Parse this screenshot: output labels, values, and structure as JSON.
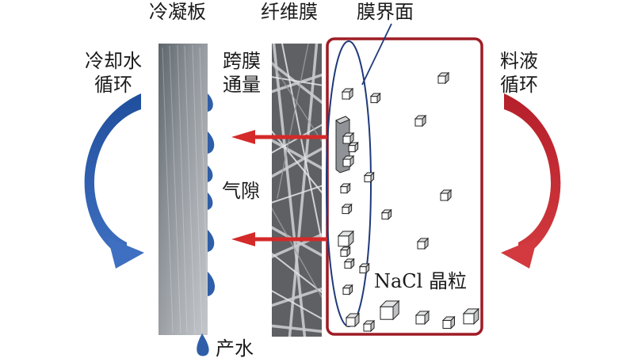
{
  "labels": {
    "condenser_plate": "冷凝板",
    "fiber_membrane": "纤维膜",
    "membrane_interface": "膜界面",
    "coolant_circulation_line1": "冷却水",
    "coolant_circulation_line2": "循环",
    "feed_circulation_line1": "料液",
    "feed_circulation_line2": "循环",
    "transmembrane_flux_line1": "跨膜",
    "transmembrane_flux_line2": "通量",
    "air_gap": "气隙",
    "nacl_crystals": "NaCl 晶粒",
    "product_water": "产水"
  },
  "colors": {
    "coolant_arrow": "#2f5ea8",
    "feed_arrow": "#c0272d",
    "flux_arrow": "#d42a2a",
    "feed_chamber_border": "#9e1c24",
    "interface_ellipse": "#1f3a7a",
    "droplet": "#2f5ea8"
  }
}
